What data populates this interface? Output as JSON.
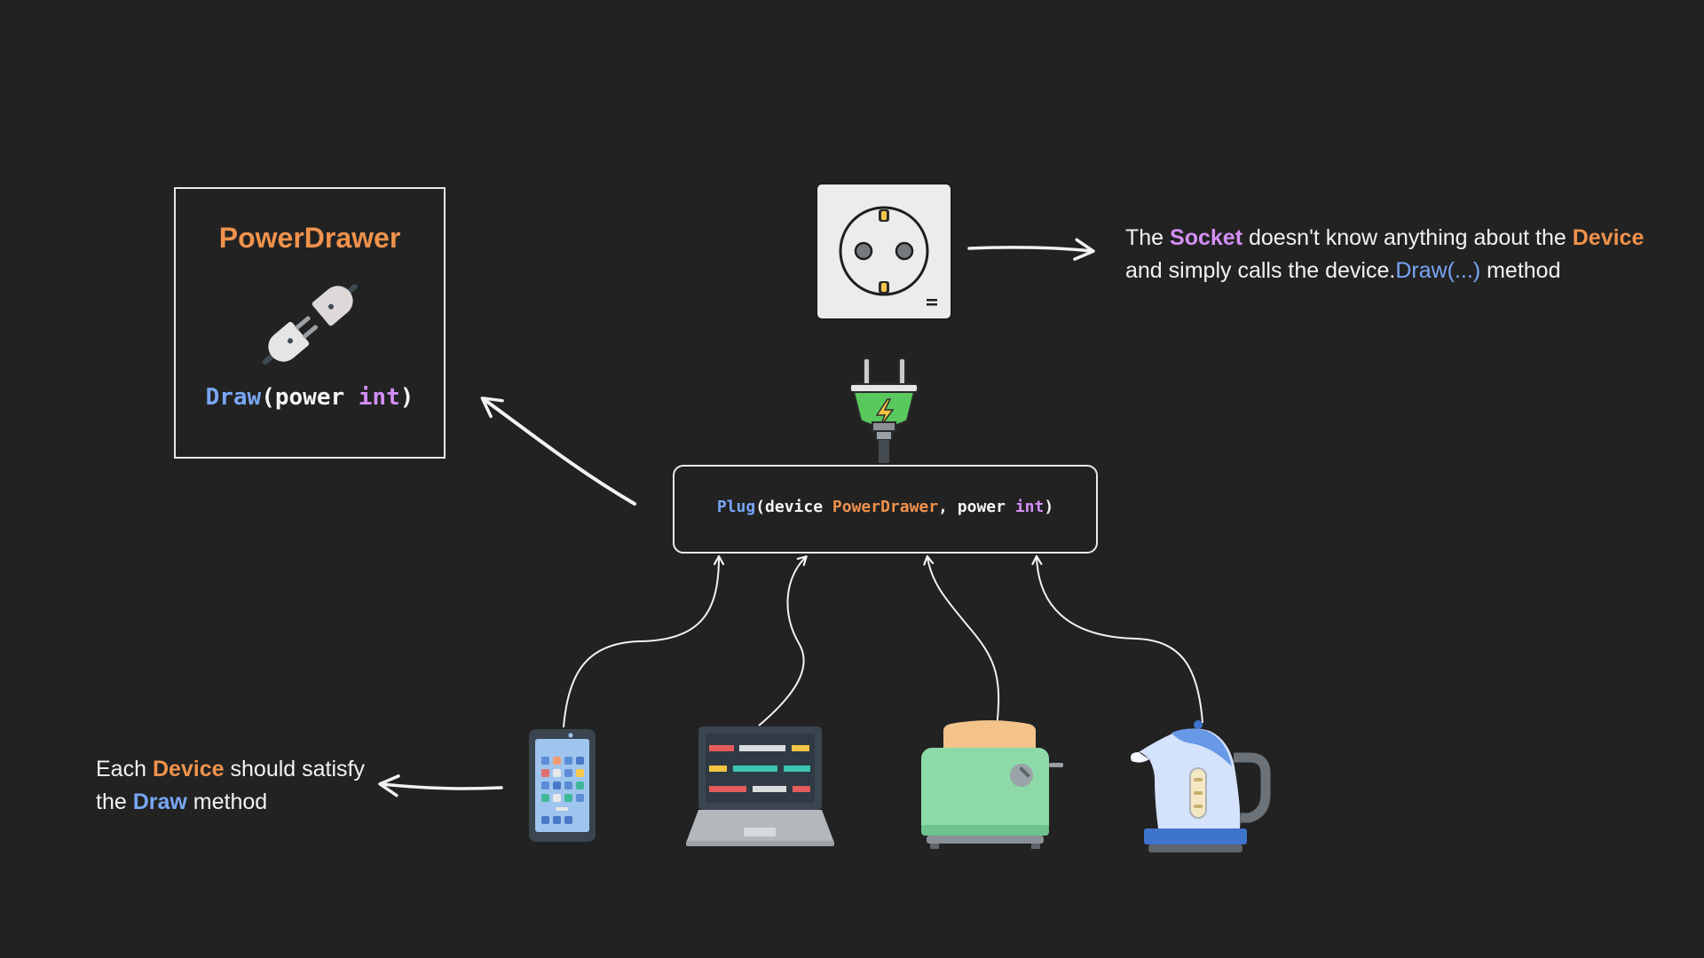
{
  "interface": {
    "title": "PowerDrawer",
    "method_name": "Draw",
    "open_paren": "(",
    "param_name": "power ",
    "param_type": "int",
    "close_paren": ")"
  },
  "plug": {
    "func_name": "Plug",
    "open_paren": "(",
    "param1": "device ",
    "param1_type": "PowerDrawer",
    "sep": ", power ",
    "param2_type": "int",
    "close_paren": ")"
  },
  "socket_note": {
    "line1_a": "The ",
    "line1_socket": "Socket",
    "line1_b": " doesn't know anything about the ",
    "line1_device": "Device",
    "line2_a": "and simply calls the device.",
    "line2_method": "Draw(...)",
    "line2_b": " method"
  },
  "device_note": {
    "line1_a": "Each ",
    "line1_device": "Device",
    "line1_b": " should satisfy",
    "line2_a": "the ",
    "line2_method": "Draw",
    "line2_b": " method"
  },
  "icons": [
    "plug-connect-icon",
    "wall-socket-icon",
    "power-plug-icon",
    "smartphone-icon",
    "laptop-icon",
    "toaster-icon",
    "kettle-icon"
  ],
  "colors": {
    "background": "#222222",
    "accent_orange": "#f0924c",
    "accent_purple": "#d38ff5",
    "accent_blue": "#78a6f5"
  }
}
